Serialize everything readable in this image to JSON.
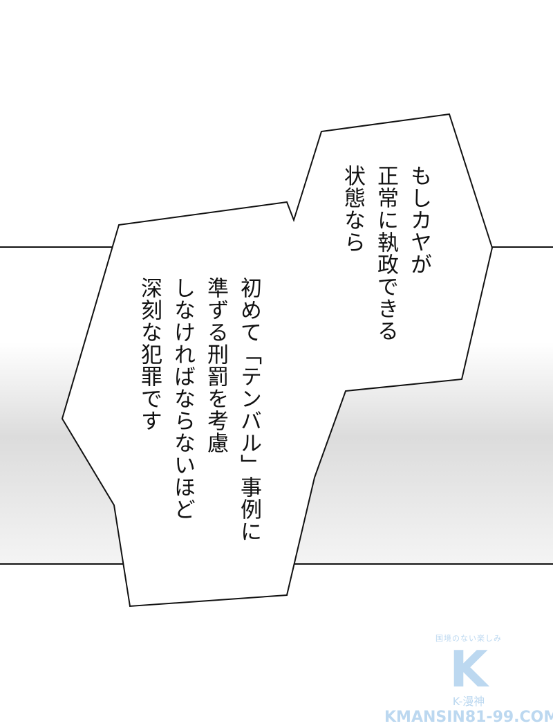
{
  "bubble_1": {
    "lines": [
      "もしカヤが",
      "正常に執政できる",
      "状態なら"
    ]
  },
  "bubble_2": {
    "lines": [
      "初めて「テンバル」事例に",
      "準ずる刑罰を考慮",
      "しなければならないほど",
      "深刻な犯罪です"
    ]
  },
  "watermark": {
    "tagline": "国境のない楽しみ",
    "logo": "K",
    "name": "K-漫神",
    "url": "KMANSIN81-99.COM",
    "color": "#bcd8f0"
  }
}
